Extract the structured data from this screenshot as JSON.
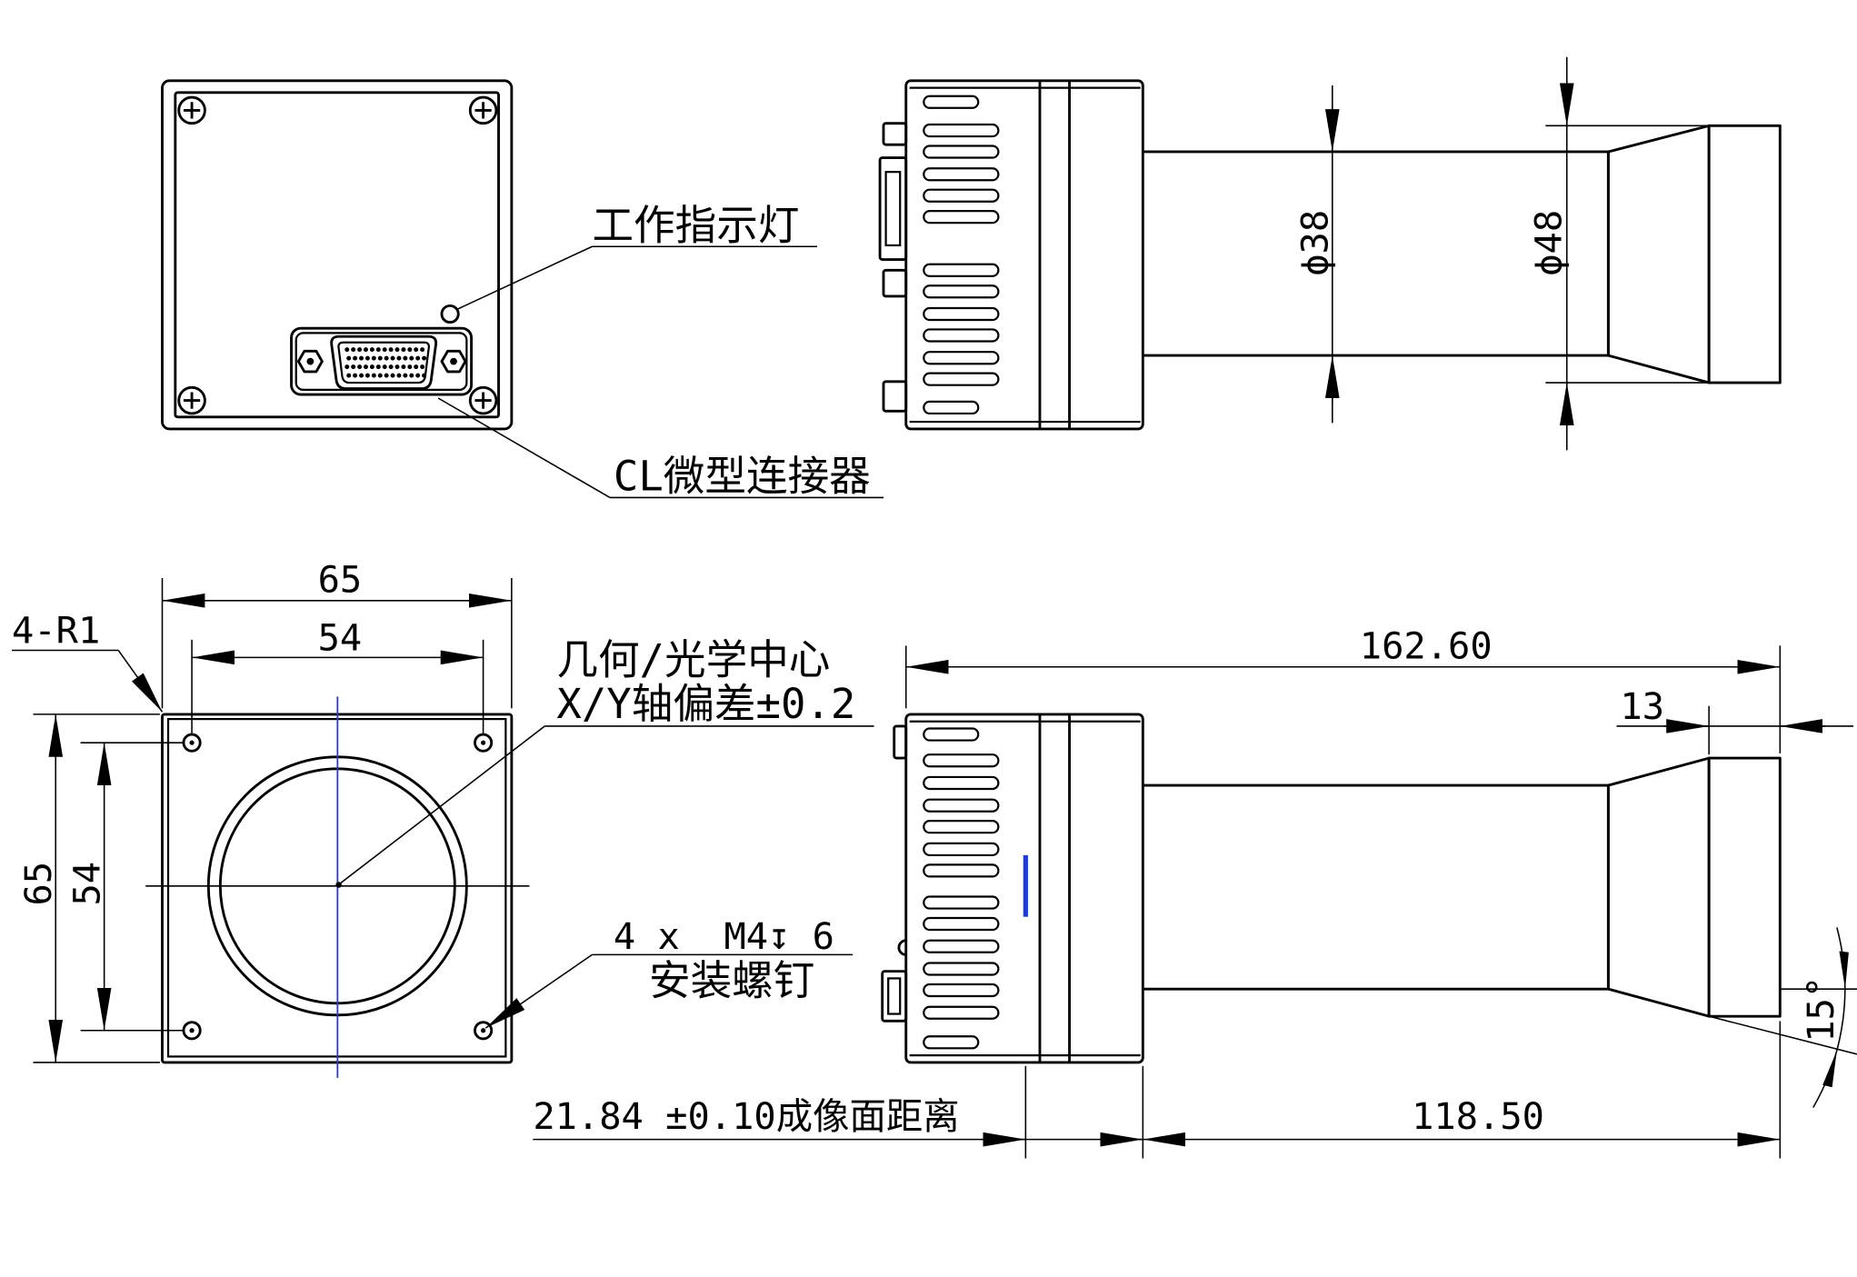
{
  "colors": {
    "background": "#ffffff",
    "line": "#000000",
    "centerline": "#1f3fd6",
    "indicator_led": "#1f3bd6"
  },
  "rear_view": {
    "indicator_label": "工作指示灯",
    "connector_label": "CL微型连接器"
  },
  "side_view": {
    "lens_diameter_label": "ϕ38",
    "front_diameter_label": "ϕ48"
  },
  "front_view": {
    "width_outer": "65",
    "width_holes": "54",
    "corner_radius": "4-R1",
    "height_outer": "65",
    "height_holes": "54",
    "center_note_line1": "几何/光学中心",
    "center_note_line2": "X/Y轴偏差±0.2",
    "screw_note_line1": "4 x  M4↧ 6",
    "screw_note_line2": "安装螺钉"
  },
  "top_view": {
    "total_length": "162.60",
    "front_length": "13",
    "lens_length": "118.50",
    "image_plane_distance": "21.84 ±0.10成像面距离",
    "taper_angle": "15°"
  }
}
